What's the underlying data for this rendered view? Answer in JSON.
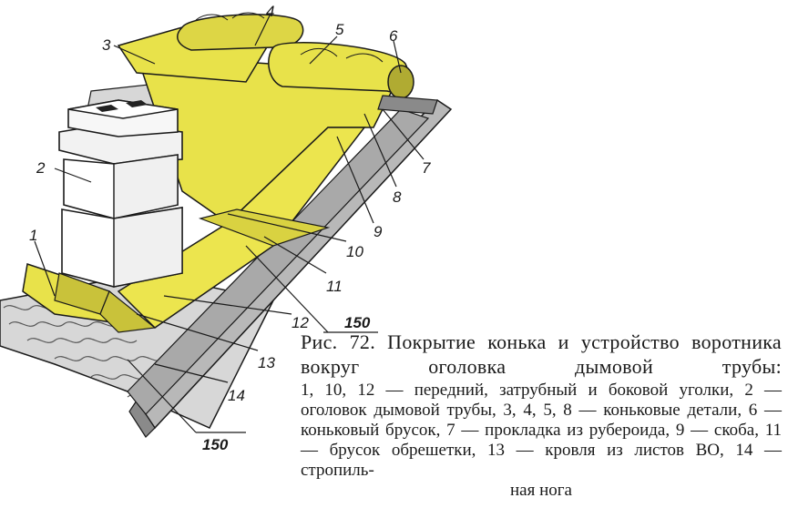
{
  "figure": {
    "title": "Рис. 72. Покрытие конька и устройство воротника вокруг оголовка дымовой трубы:",
    "legend": [
      {
        "num": "1, 10, 12",
        "text": "передний, затрубный и боковой уголки"
      },
      {
        "num": "2",
        "text": "оголовок дымовой трубы"
      },
      {
        "num": "3, 4, 5, 8",
        "text": "коньковые детали"
      },
      {
        "num": "6",
        "text": "коньковый брусок"
      },
      {
        "num": "7",
        "text": "прокладка из рубероида"
      },
      {
        "num": "9",
        "text": "скоба"
      },
      {
        "num": "11",
        "text": "брусок обрешетки"
      },
      {
        "num": "13",
        "text": "кровля из листов ВО"
      },
      {
        "num": "14",
        "text": "стропильная нога"
      }
    ],
    "caption_body": "1, 10, 12 — передний, затрубный и боковой уголки, 2 — оголовок дымовой трубы, 3, 4, 5, 8 — коньковые детали, 6 — коньковый брусок, 7 — прокладка из рубероида, 9 — скоба, 11 — брусок обрешетки, 13 — кровля из листов ВО, 14 — стропиль-",
    "caption_last": "ная нога"
  },
  "callouts": {
    "n1": "1",
    "n2": "2",
    "n3": "3",
    "n4": "4",
    "n5": "5",
    "n6": "6",
    "n7": "7",
    "n8": "8",
    "n9": "9",
    "n10": "10",
    "n11": "11",
    "n12": "12",
    "n13": "13",
    "n14": "14",
    "dim_upper": "150",
    "dim_lower": "150"
  },
  "colors": {
    "yellow": "#e8e24a",
    "yellow_dark": "#c9c23a",
    "line": "#1a1a1a",
    "slate": "#9a9a9a"
  }
}
